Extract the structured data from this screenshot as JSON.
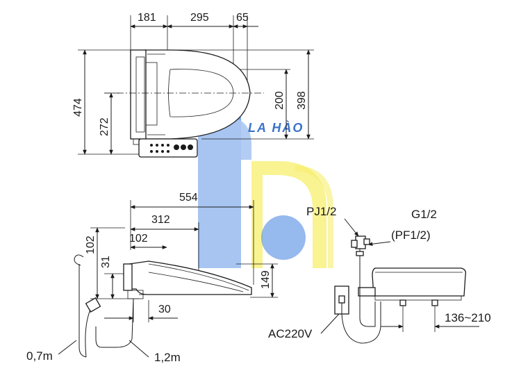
{
  "brand": {
    "text": "LA HÀO",
    "color": "#3b73c9",
    "blue": "#3f7fe0",
    "yellow": "#f7ef6c"
  },
  "top_view": {
    "dims": {
      "w181": "181",
      "w295": "295",
      "w65": "65",
      "h474": "474",
      "h272": "272",
      "h200": "200",
      "h398": "398"
    }
  },
  "side_view": {
    "dims": {
      "w554": "554",
      "w312": "312",
      "w102_top": "102",
      "h102": "102",
      "h31": "31",
      "h149": "149",
      "w30": "30"
    },
    "cables": {
      "cord_len": "0,7m",
      "hose_len": "1,2m"
    }
  },
  "rear_view": {
    "labels": {
      "pj": "PJ1/2",
      "g": "G1/2",
      "pf": "(PF1/2)",
      "ac": "AC220V",
      "range": "136~210"
    }
  }
}
